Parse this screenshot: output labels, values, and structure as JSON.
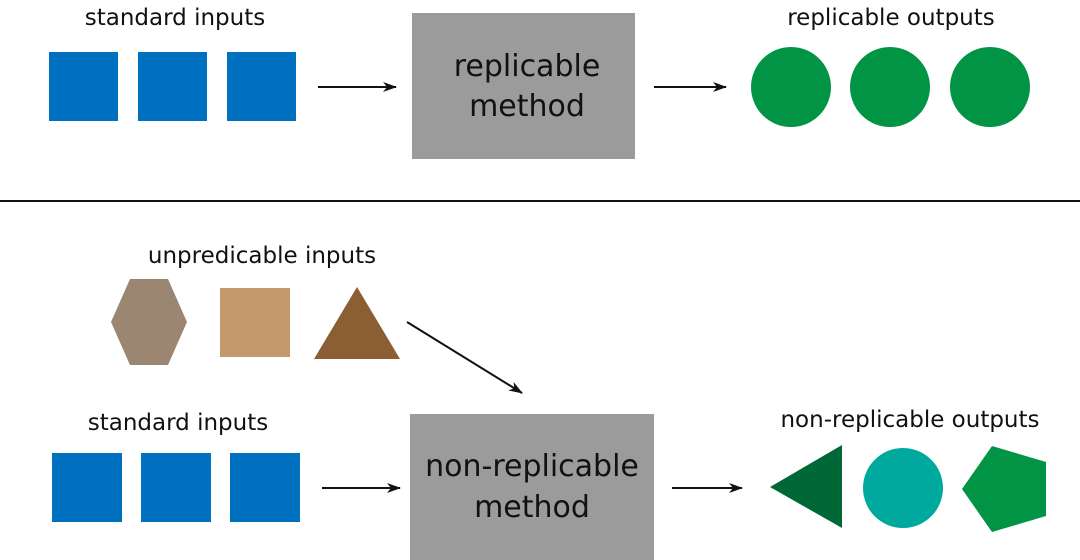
{
  "top": {
    "inputs_label": "standard inputs",
    "method_label_lines": [
      "replicable",
      "method"
    ],
    "outputs_label": "replicable outputs"
  },
  "bottom": {
    "unpredictable_label": "unpredicable inputs",
    "inputs_label": "standard inputs",
    "method_label_lines": [
      "non-replicable",
      "method"
    ],
    "outputs_label": "non-replicable outputs"
  },
  "colors": {
    "standard_input": "#0070c0",
    "method_box": "#9b9b9b",
    "replicable_output": "#009444",
    "hexagon": "#9b8672",
    "tan_square": "#c49a6c",
    "brown_triangle": "#8b5e34",
    "dark_green_triangle": "#006837",
    "teal_circle": "#00a99d",
    "green_pentagon": "#009444",
    "arrow": "#111111",
    "divider": "#111111"
  }
}
